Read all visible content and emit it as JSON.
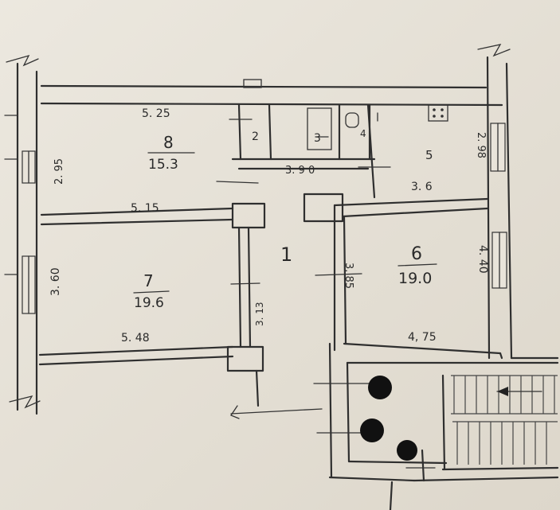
{
  "plan": {
    "rooms": {
      "r1": {
        "number": "1"
      },
      "r2": {
        "number": "2"
      },
      "r3": {
        "number": "3"
      },
      "r4": {
        "number": "4"
      },
      "r5": {
        "number": "5"
      },
      "r6": {
        "number": "6",
        "area": "19.0"
      },
      "r7": {
        "number": "7",
        "area": "19.6"
      },
      "r8": {
        "number": "8",
        "area": "15.3"
      }
    },
    "dims": {
      "top_r8": "5. 25",
      "left_r8": "2. 95",
      "bottom_r8": "5. 15",
      "left_r7": "3. 60",
      "bottom_r7": "5. 48",
      "corridor_top": "3. 9 0",
      "corridor_vert": "3. 13",
      "r6_left": "3. 85",
      "r5_right": "2. 98",
      "r5_bottom": "3. 6",
      "r6_right": "4. 40",
      "r6_bottom": "4, 75"
    },
    "colors": {
      "paper": "#e9e4da",
      "ink": "#2f2f2f",
      "stair_dot": "#111111"
    }
  }
}
